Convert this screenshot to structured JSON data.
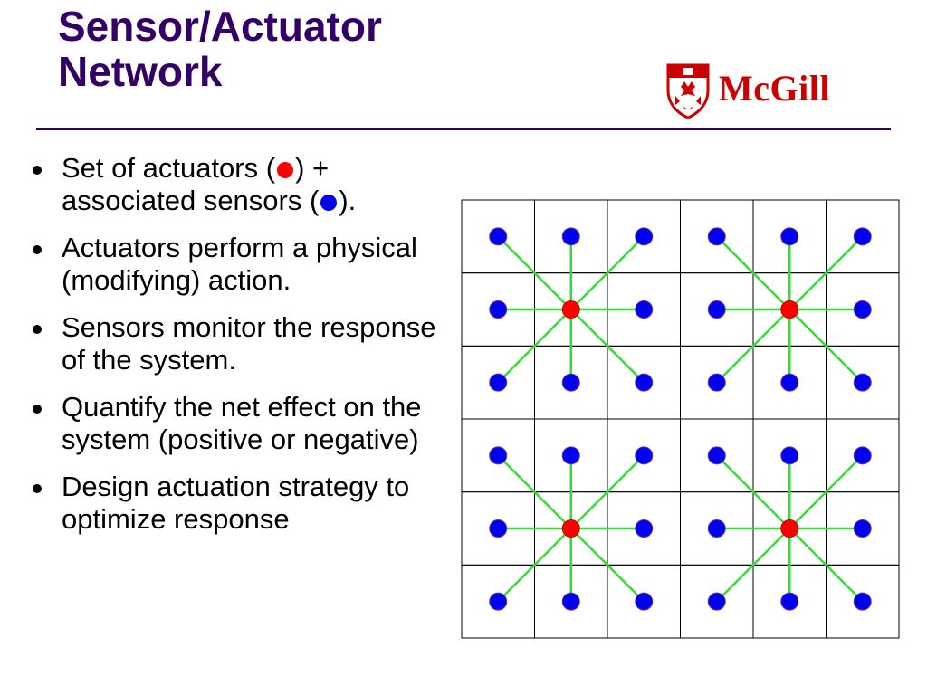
{
  "slide": {
    "title_line1": "Sensor/Actuator",
    "title_line2": "Network",
    "logo_text": "McGill"
  },
  "bullets": [
    {
      "before": "Set of actuators (",
      "middle": ") + associated sensors (",
      "after": ")."
    },
    {
      "text": "Actuators perform a physical (modifying) action."
    },
    {
      "text": "Sensors monitor the response of the system."
    },
    {
      "text": "Quantify the net effect on the system (positive or negative)"
    },
    {
      "text": "Design actuation strategy to optimize response"
    }
  ],
  "colors": {
    "title": "#330066",
    "actuator": "#ff0000",
    "sensor": "#0000ee",
    "link": "#33dd33",
    "grid": "#000000",
    "logo": "#cc0000"
  },
  "diagram": {
    "rows": 6,
    "cols": 6,
    "actuators": [
      [
        1,
        1
      ],
      [
        1,
        4
      ],
      [
        4,
        1
      ],
      [
        4,
        4
      ]
    ]
  }
}
